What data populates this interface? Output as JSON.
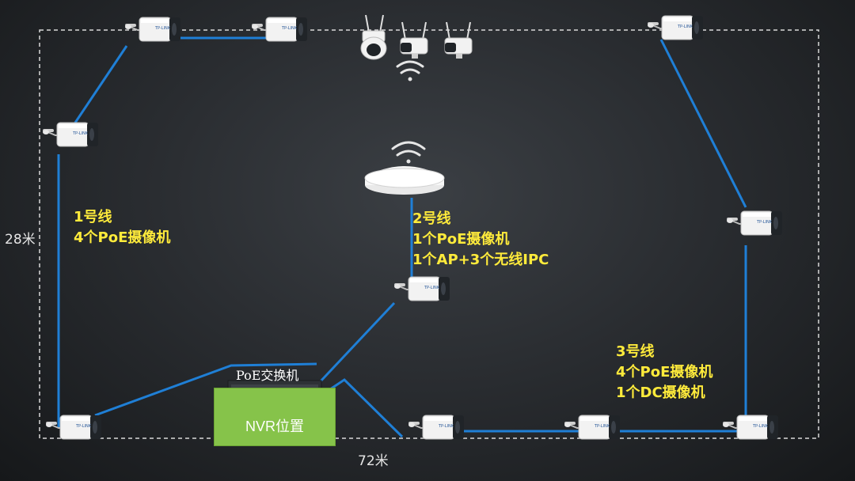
{
  "dimensions": {
    "height": "28米",
    "width": "72米"
  },
  "switch": {
    "label": "PoE交换机"
  },
  "nvr": {
    "label": "NVR位置"
  },
  "lines": [
    {
      "title": "1号线",
      "details": [
        "4个PoE摄像机"
      ]
    },
    {
      "title": "2号线",
      "details": [
        "1个PoE摄像机",
        "1个AP+3个无线IPC"
      ]
    },
    {
      "title": "3号线",
      "details": [
        "4个PoE摄像机",
        "1个DC摄像机"
      ]
    }
  ],
  "colors": {
    "cable": "#1f7fd6",
    "label": "#ffeb3b",
    "nvr": "#86c34a",
    "border": "#d9d9d9"
  },
  "icons": [
    "bullet-camera-icon",
    "wireless-ipc-icon",
    "wifi-signal-icon",
    "access-point-icon",
    "poe-switch-icon"
  ]
}
